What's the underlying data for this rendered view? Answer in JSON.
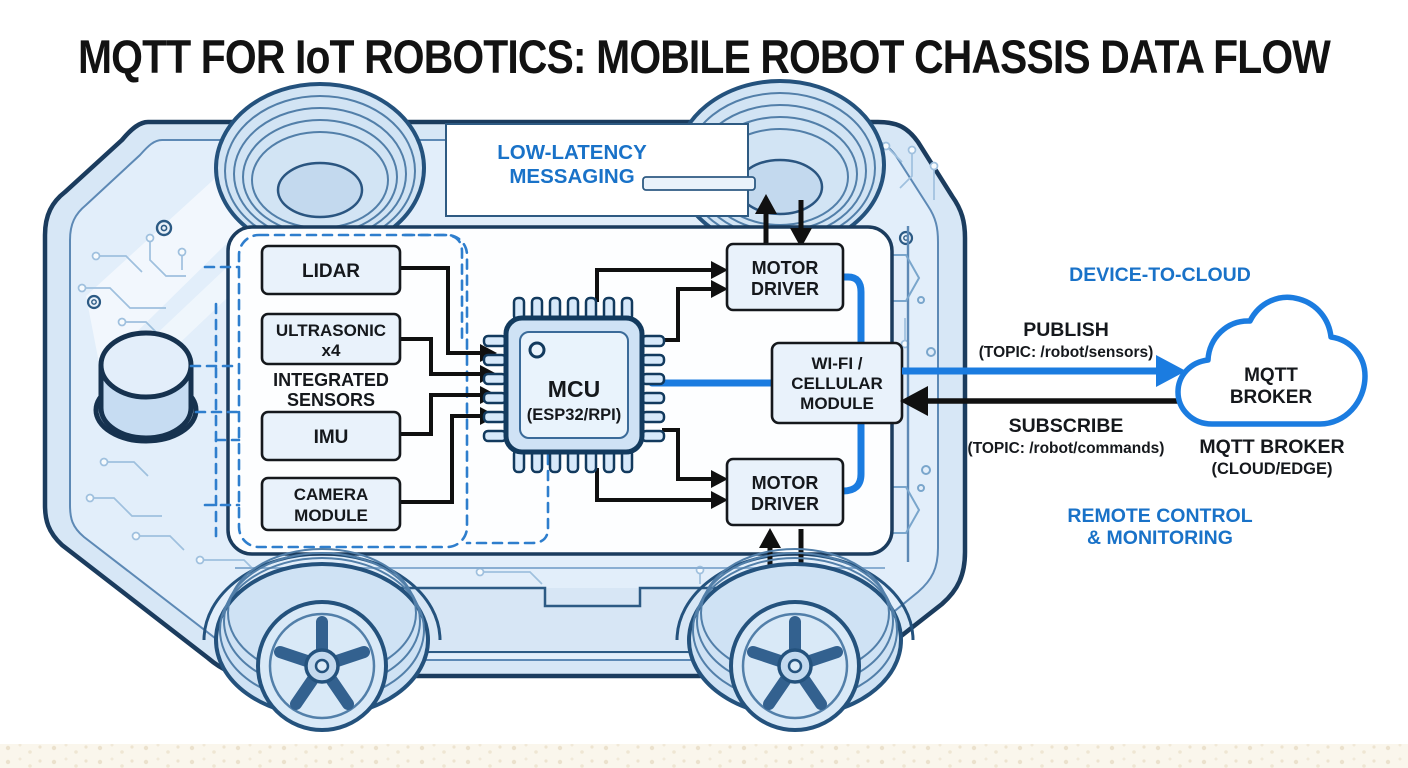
{
  "title": "MQTT FOR IoT ROBOTICS: MOBILE ROBOT CHASSIS DATA FLOW",
  "colors": {
    "accent_blue": "#1b7ce0",
    "label_blue": "#1972c8",
    "outline_navy": "#1b3c5e",
    "chassis_fill": "#dfecf9",
    "box_fill": "#e9f2fb",
    "dashed_blue": "#2e7ecd",
    "text_black": "#15181c",
    "ground_beige": "#f5efe3"
  },
  "chassis": {
    "messaging": {
      "line1": "LOW-LATENCY",
      "line2": "MESSAGING"
    },
    "sensors": {
      "lidar": "LIDAR",
      "ultrasonic_line1": "ULTRASONIC",
      "ultrasonic_line2": "x4",
      "group_line1": "INTEGRATED",
      "group_line2": "SENSORS",
      "imu": "IMU",
      "camera_line1": "CAMERA",
      "camera_line2": "MODULE"
    },
    "mcu": {
      "line1": "MCU",
      "line2": "(ESP32/RPI)"
    },
    "motor_top": {
      "line1": "MOTOR",
      "line2": "DRIVER"
    },
    "motor_bottom": {
      "line1": "MOTOR",
      "line2": "DRIVER"
    },
    "wifi": {
      "line1": "WI-FI /",
      "line2": "CELLULAR",
      "line3": "MODULE"
    }
  },
  "cloud_side": {
    "device_to_cloud": "DEVICE-TO-CLOUD",
    "publish": "PUBLISH",
    "publish_topic": "(TOPIC: /robot/sensors)",
    "subscribe": "SUBSCRIBE",
    "subscribe_topic": "(TOPIC: /robot/commands)",
    "remote_line1": "REMOTE CONTROL",
    "remote_line2": "& MONITORING",
    "cloud_line1": "MQTT",
    "cloud_line2": "BROKER",
    "caption_line1": "MQTT BROKER",
    "caption_line2": "(CLOUD/EDGE)"
  }
}
